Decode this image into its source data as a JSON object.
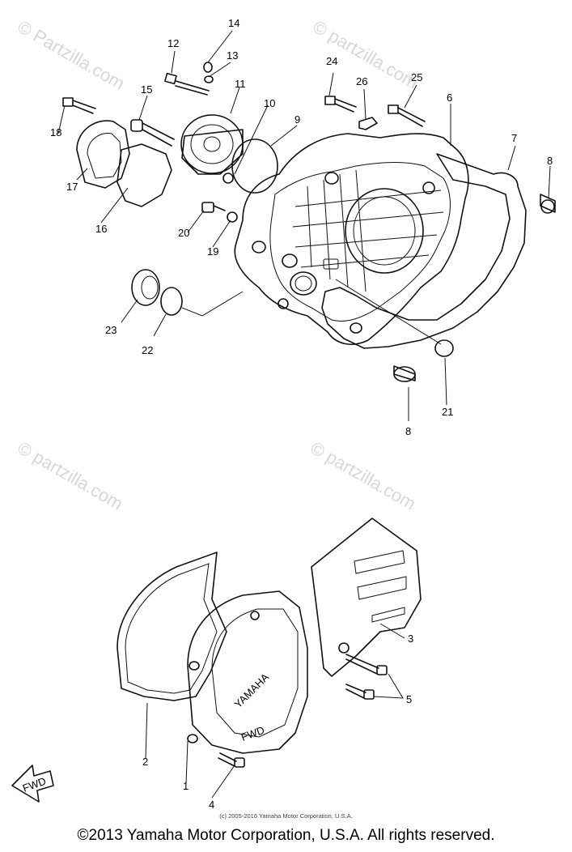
{
  "watermarks": [
    "© Partzilla.com",
    "© partzilla.com",
    "© partzilla.com",
    "© partzilla.com"
  ],
  "callouts": {
    "c1": "1",
    "c2": "2",
    "c3": "3",
    "c4": "4",
    "c5": "5",
    "c6": "6",
    "c7": "7",
    "c8a": "8",
    "c8b": "8",
    "c9": "9",
    "c10": "10",
    "c11": "11",
    "c12": "12",
    "c13": "13",
    "c14": "14",
    "c15": "15",
    "c16": "16",
    "c17": "17",
    "c18": "18",
    "c19": "19",
    "c20": "20",
    "c21": "21",
    "c22": "22",
    "c23": "23",
    "c24": "24",
    "c25": "25",
    "c26": "26"
  },
  "cover_text": {
    "brand": "YAMAHA",
    "plate": "FWD",
    "fwd_arrow": "FWD"
  },
  "footer": {
    "small_copyright": "(c) 2005-2016 Yamaha Motor Corporation, U.S.A.",
    "main_copyright": "©2013 Yamaha Motor Corporation, U.S.A. All rights reserved."
  }
}
